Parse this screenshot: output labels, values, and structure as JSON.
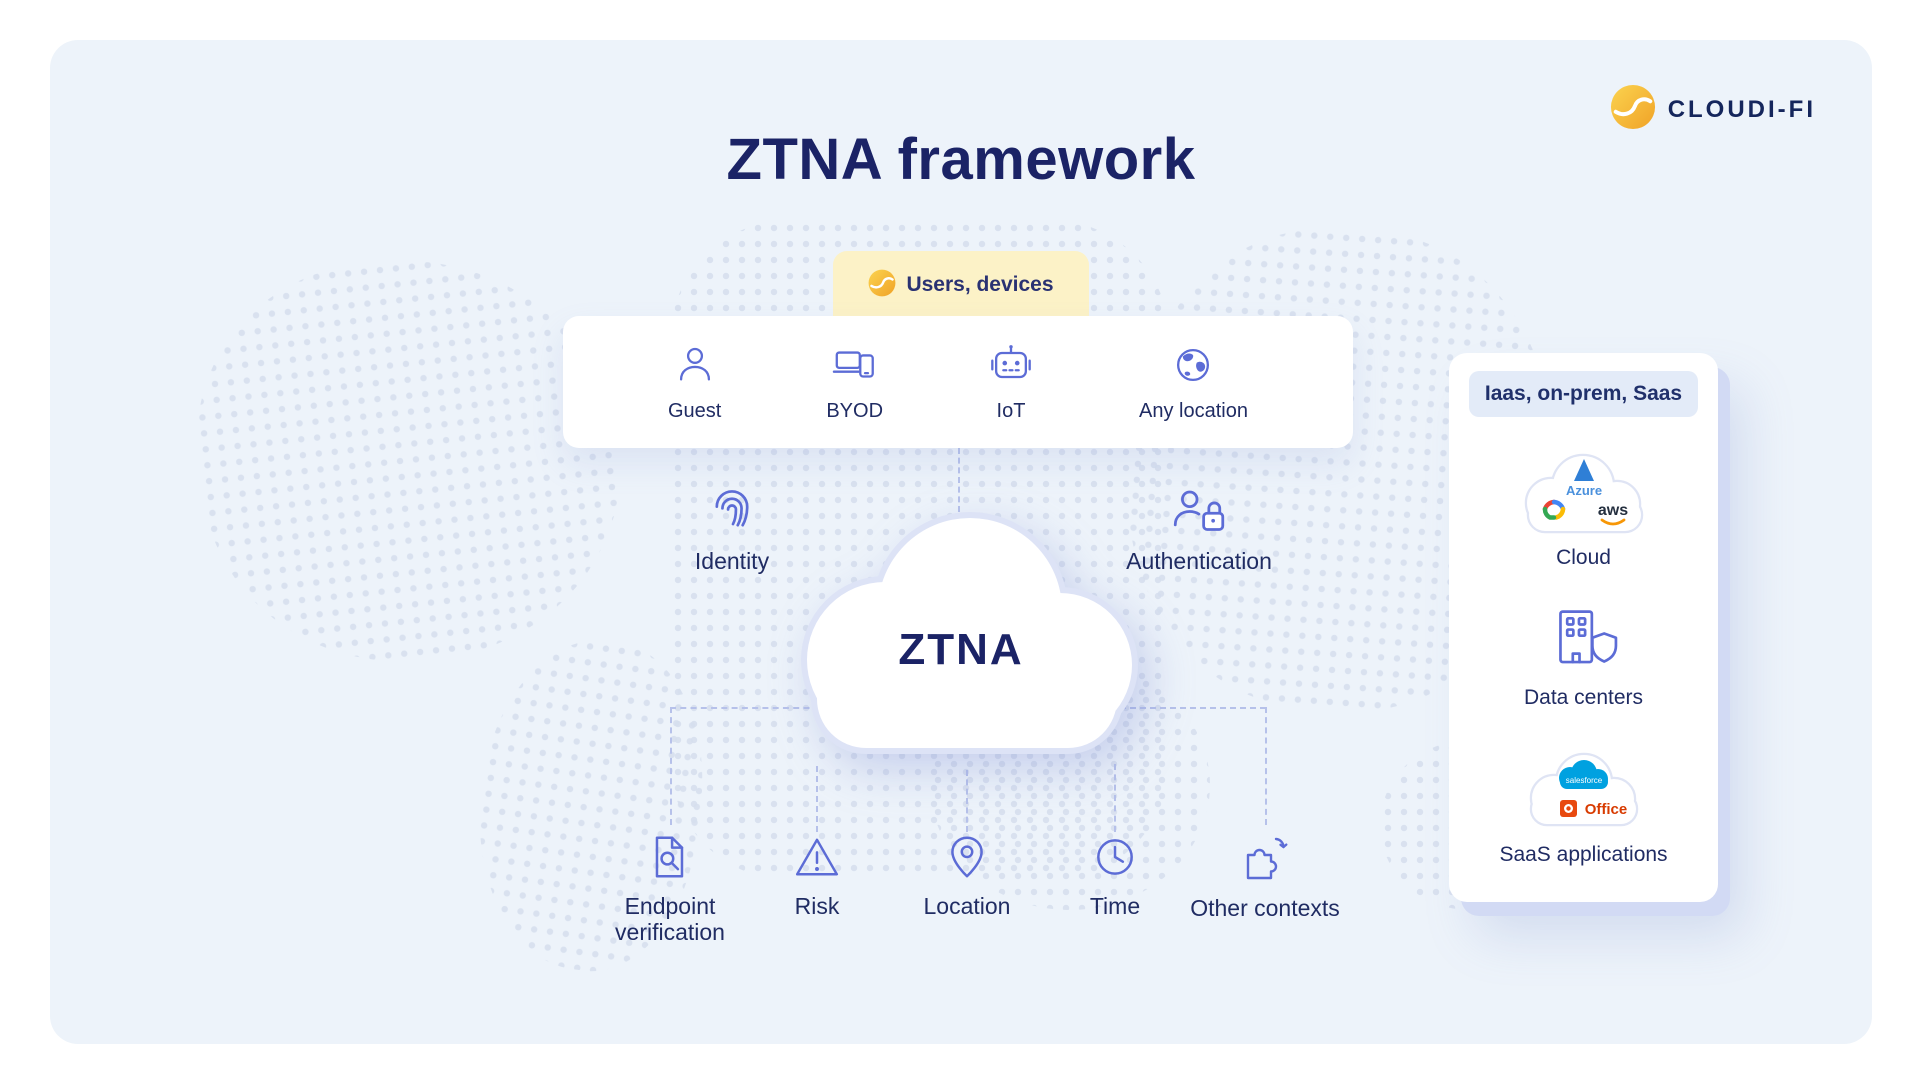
{
  "page": {
    "title": "ZTNA framework"
  },
  "brand": {
    "name": "CLOUDI-FI"
  },
  "users_badge": {
    "label": "Users, devices"
  },
  "devices_card": {
    "items": [
      {
        "label": "Guest",
        "icon": "person-icon"
      },
      {
        "label": "BYOD",
        "icon": "laptop-phone-icon"
      },
      {
        "label": "IoT",
        "icon": "robot-icon"
      },
      {
        "label": "Any location",
        "icon": "globe-icon"
      }
    ]
  },
  "cloud": {
    "label": "ZTNA"
  },
  "side_contexts": {
    "left": {
      "label": "Identity",
      "icon": "fingerprint-icon"
    },
    "right": {
      "label": "Authentication",
      "icon": "user-lock-icon"
    }
  },
  "bottom_contexts": {
    "items": [
      {
        "label": "Endpoint verification",
        "icon": "document-search-icon"
      },
      {
        "label": "Risk",
        "icon": "warning-triangle-icon"
      },
      {
        "label": "Location",
        "icon": "map-pin-icon"
      },
      {
        "label": "Time",
        "icon": "clock-icon"
      },
      {
        "label": "Other contexts",
        "icon": "puzzle-icon"
      }
    ]
  },
  "right_panel": {
    "badge": "Iaas, on-prem, Saas",
    "items": [
      {
        "label": "Cloud"
      },
      {
        "label": "Data centers"
      },
      {
        "label": "SaaS applications"
      }
    ],
    "logos": {
      "azure": "Azure",
      "aws": "aws",
      "salesforce": "salesforce",
      "office": "Office"
    }
  },
  "colors": {
    "accent_indigo": "#5c6cd6",
    "navy": "#1b2366",
    "badge_yellow": "#fcf2c7",
    "brand_orange": "#f0a227",
    "panel_bg": "#edf3fa",
    "dash": "#b6c1ea",
    "right_badge_bg": "#e3ebf8"
  }
}
